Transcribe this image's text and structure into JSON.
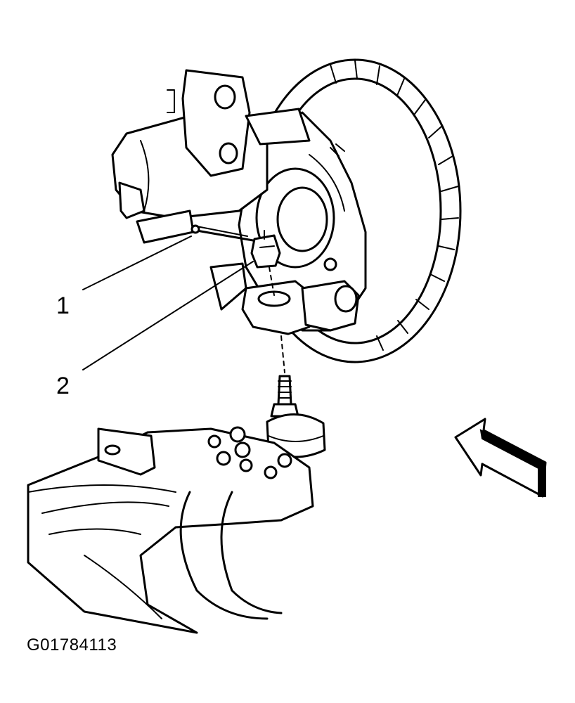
{
  "callouts": [
    {
      "label": "1"
    },
    {
      "label": "2"
    }
  ],
  "figure_id": "G01784113"
}
